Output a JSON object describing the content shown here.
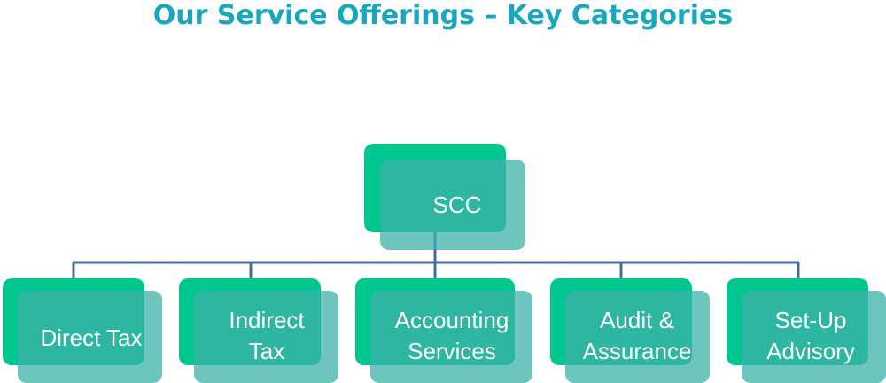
{
  "title": "Our Service Offerings – Key Categories",
  "colors": {
    "title": "#19a7bd",
    "back_box": "#00c690",
    "front_box": "#3cb2a8",
    "connector": "#4a6a98",
    "label": "#ffffff"
  },
  "root": {
    "label": "SCC"
  },
  "children": [
    {
      "label": "Direct Tax"
    },
    {
      "label": "Indirect\nTax"
    },
    {
      "label": "Accounting\nServices"
    },
    {
      "label": "Audit &\nAssurance"
    },
    {
      "label": "Set-Up\nAdvisory"
    }
  ]
}
